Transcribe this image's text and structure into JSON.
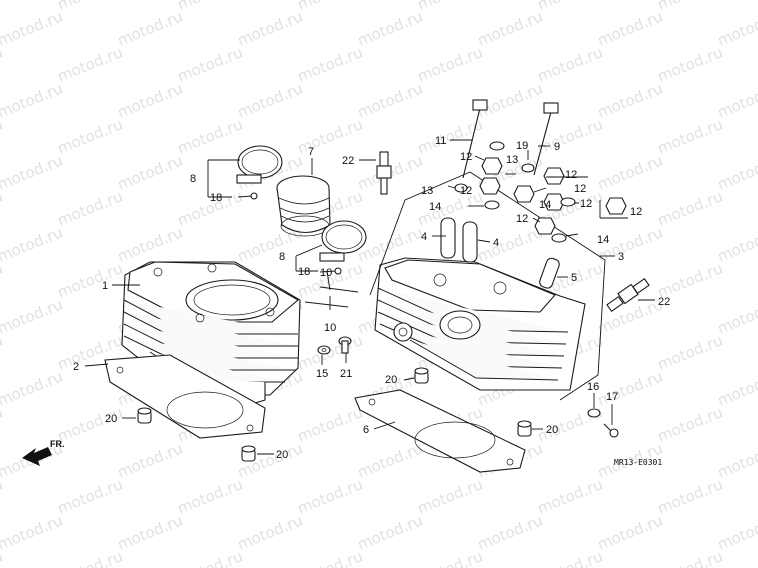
{
  "watermark": "motod.ru",
  "diagram_code": "MR13-E0301",
  "direction_label": "FR.",
  "callouts": [
    {
      "id": "c1",
      "text": "1"
    },
    {
      "id": "c2",
      "text": "2"
    },
    {
      "id": "c3",
      "text": "3"
    },
    {
      "id": "c4a",
      "text": "4"
    },
    {
      "id": "c4b",
      "text": "4"
    },
    {
      "id": "c5",
      "text": "5"
    },
    {
      "id": "c6",
      "text": "6"
    },
    {
      "id": "c7",
      "text": "7"
    },
    {
      "id": "c8a",
      "text": "8"
    },
    {
      "id": "c8b",
      "text": "8"
    },
    {
      "id": "c9",
      "text": "9"
    },
    {
      "id": "c10a",
      "text": "10"
    },
    {
      "id": "c10b",
      "text": "10"
    },
    {
      "id": "c11",
      "text": "11"
    },
    {
      "id": "c12a",
      "text": "12"
    },
    {
      "id": "c12b",
      "text": "12"
    },
    {
      "id": "c12c",
      "text": "12"
    },
    {
      "id": "c12d",
      "text": "12"
    },
    {
      "id": "c12e",
      "text": "12"
    },
    {
      "id": "c12f",
      "text": "12"
    },
    {
      "id": "c12g",
      "text": "12"
    },
    {
      "id": "c13a",
      "text": "13"
    },
    {
      "id": "c13b",
      "text": "13"
    },
    {
      "id": "c14a",
      "text": "14"
    },
    {
      "id": "c14b",
      "text": "14"
    },
    {
      "id": "c14c",
      "text": "14"
    },
    {
      "id": "c15",
      "text": "15"
    },
    {
      "id": "c16",
      "text": "16"
    },
    {
      "id": "c17",
      "text": "17"
    },
    {
      "id": "c18a",
      "text": "18"
    },
    {
      "id": "c18b",
      "text": "18"
    },
    {
      "id": "c19",
      "text": "19"
    },
    {
      "id": "c20a",
      "text": "20"
    },
    {
      "id": "c20b",
      "text": "20"
    },
    {
      "id": "c20c",
      "text": "20"
    },
    {
      "id": "c20d",
      "text": "20"
    },
    {
      "id": "c21",
      "text": "21"
    },
    {
      "id": "c22a",
      "text": "22"
    },
    {
      "id": "c22b",
      "text": "22"
    }
  ]
}
